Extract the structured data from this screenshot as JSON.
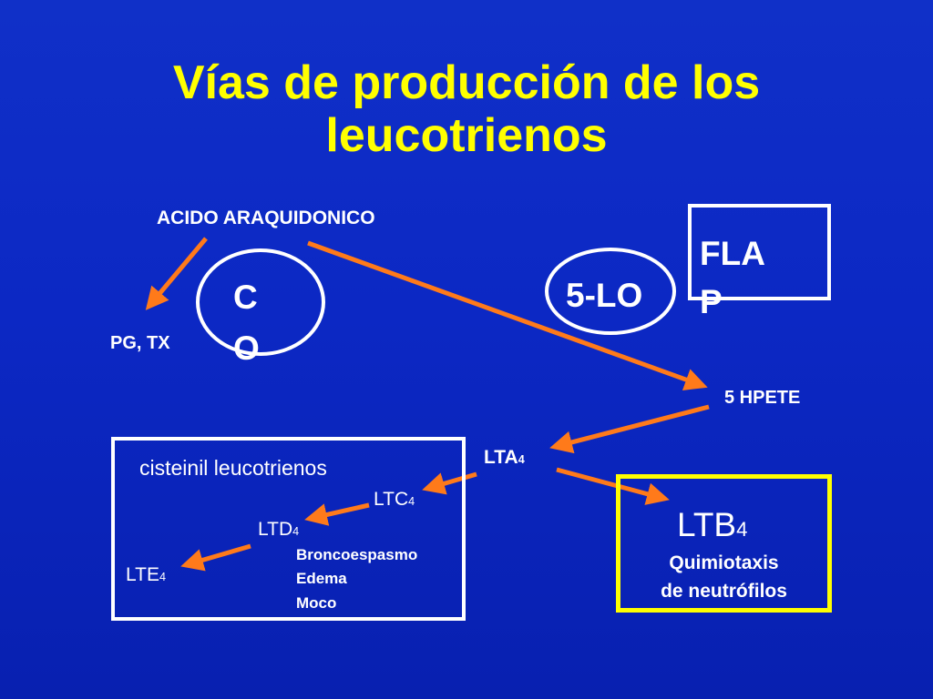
{
  "title": {
    "line1": "Vías de producción de los",
    "line2": "leucotrienos"
  },
  "labels": {
    "acido": "ACIDO ARAQUIDONICO",
    "pgtx": "PG, TX",
    "co_line1": "C",
    "co_line2": "O",
    "lo": "5-LO",
    "flap_line1": "FLA",
    "flap_line2": "P",
    "hpete": "5 HPETE",
    "lta": "LTA",
    "lta_sub": "4",
    "cisteinil": "cisteinil leucotrienos",
    "ltc": "LTC",
    "ltc_sub": "4",
    "ltd": "LTD",
    "ltd_sub": "4",
    "lte": "LTE",
    "lte_sub": "4",
    "effects": [
      "Broncoespasmo",
      "Edema",
      "Moco"
    ],
    "ltb": "LTB",
    "ltb_sub": "4",
    "ltb_desc_line1": "Quimiotaxis",
    "ltb_desc_line2": "de neutrófilos"
  },
  "colors": {
    "background": "#0c28c4",
    "title": "#ffff00",
    "text": "#ffffff",
    "arrow": "#ff7a1a",
    "ltb_box_border": "#ffff00",
    "box_border": "#ffffff"
  }
}
